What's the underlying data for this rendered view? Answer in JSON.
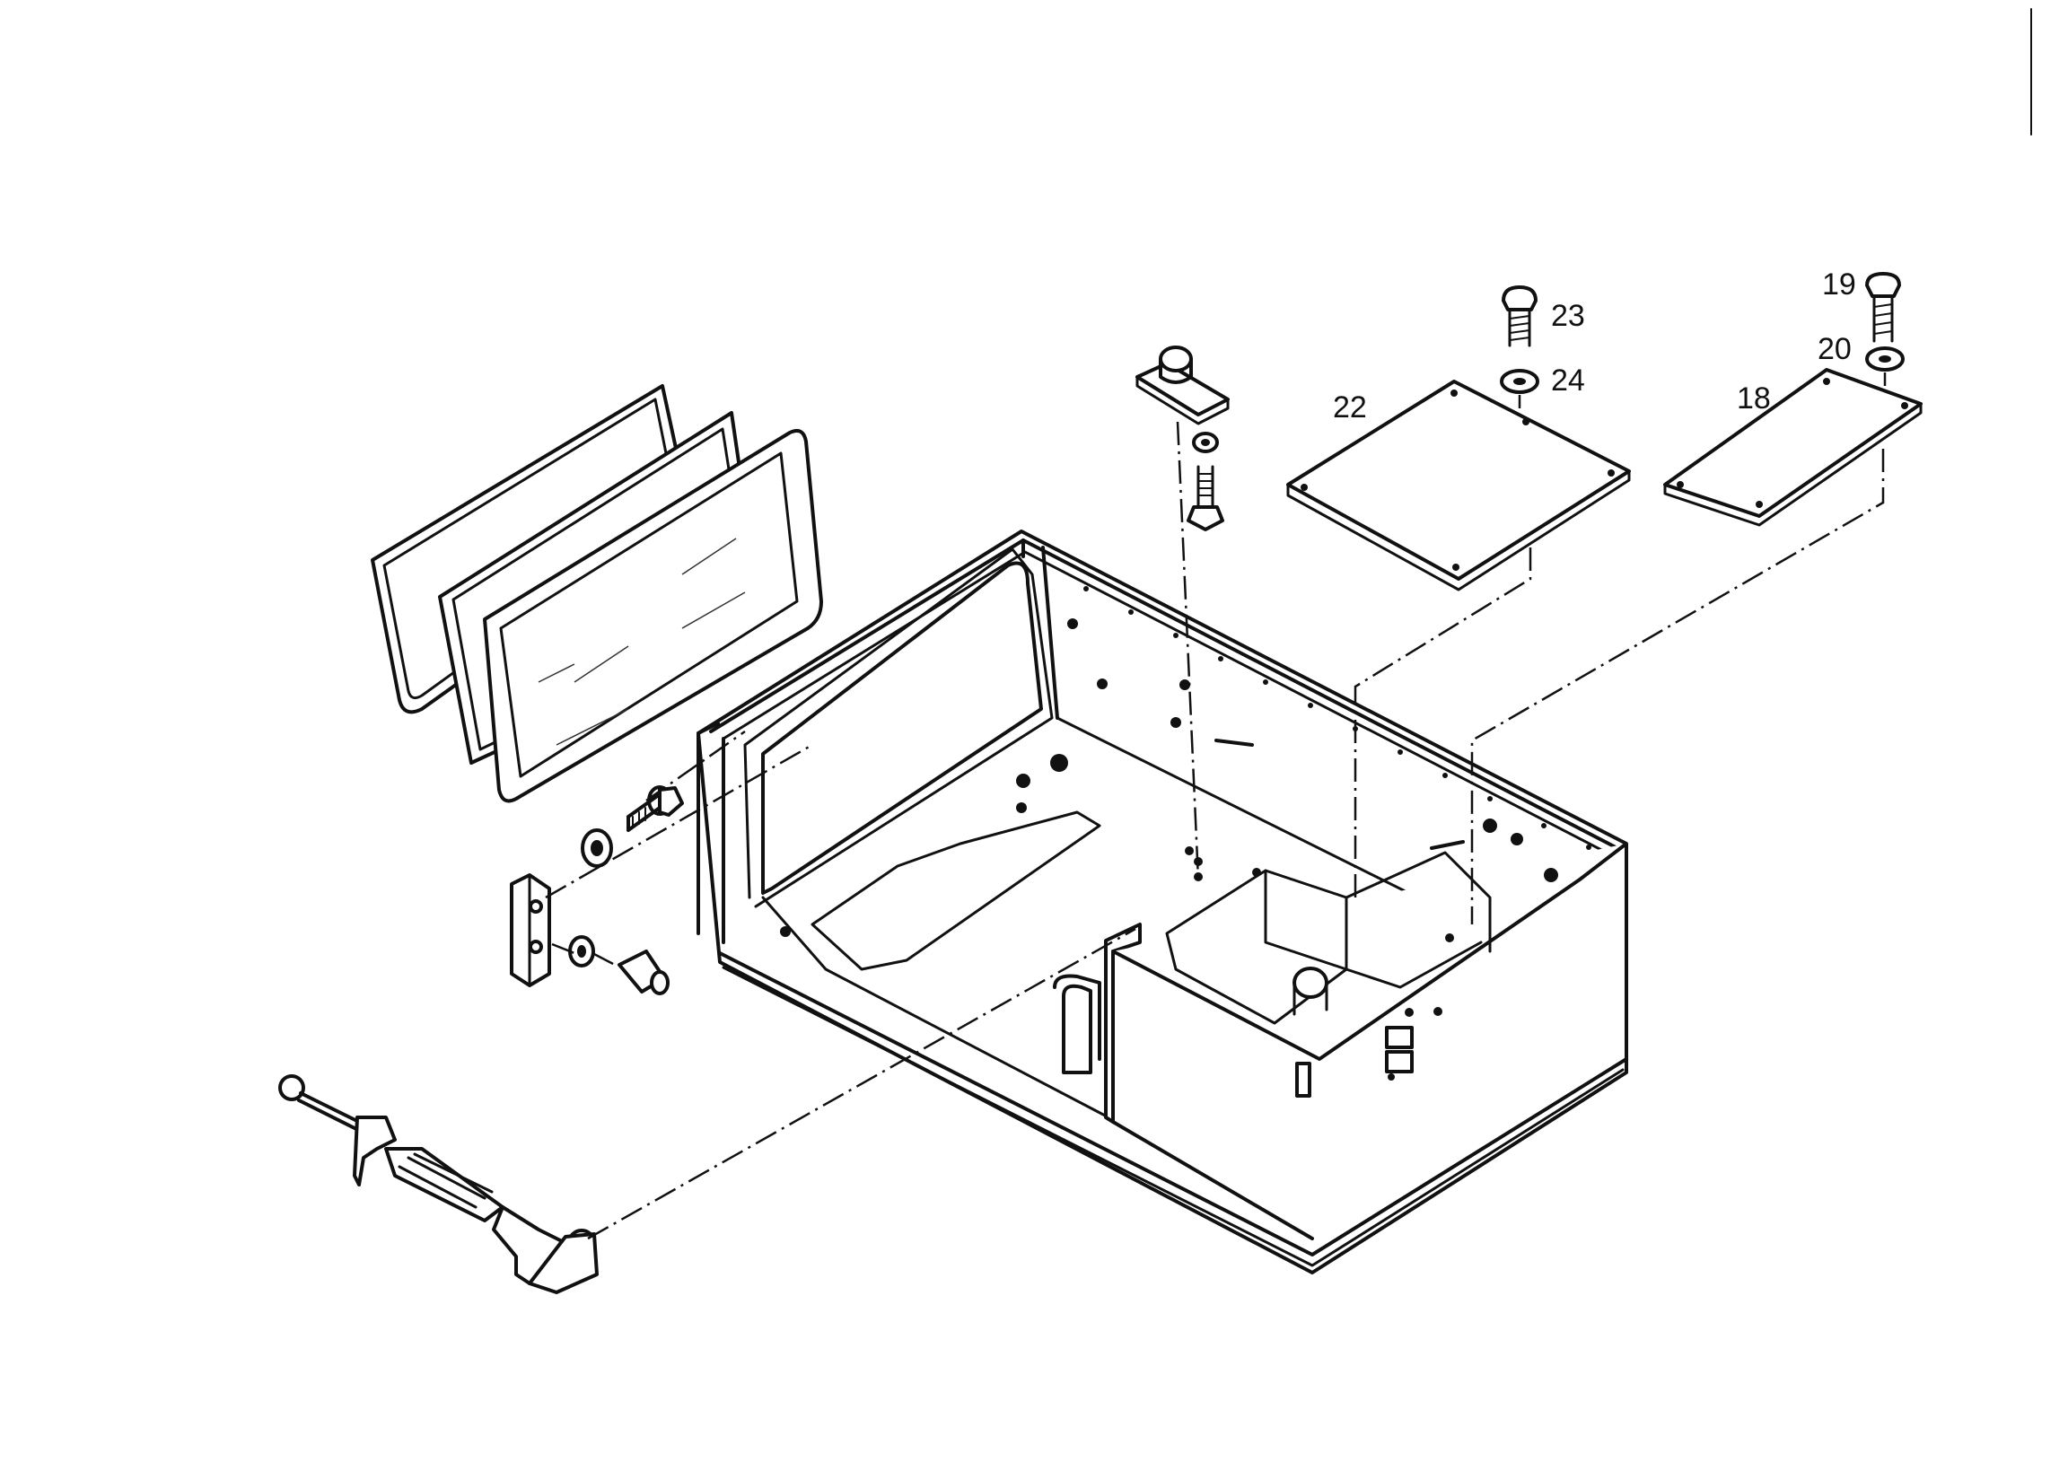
{
  "callouts": {
    "c23": "23",
    "c24": "24",
    "c22": "22",
    "c19": "19",
    "c20": "20",
    "c18": "18"
  }
}
